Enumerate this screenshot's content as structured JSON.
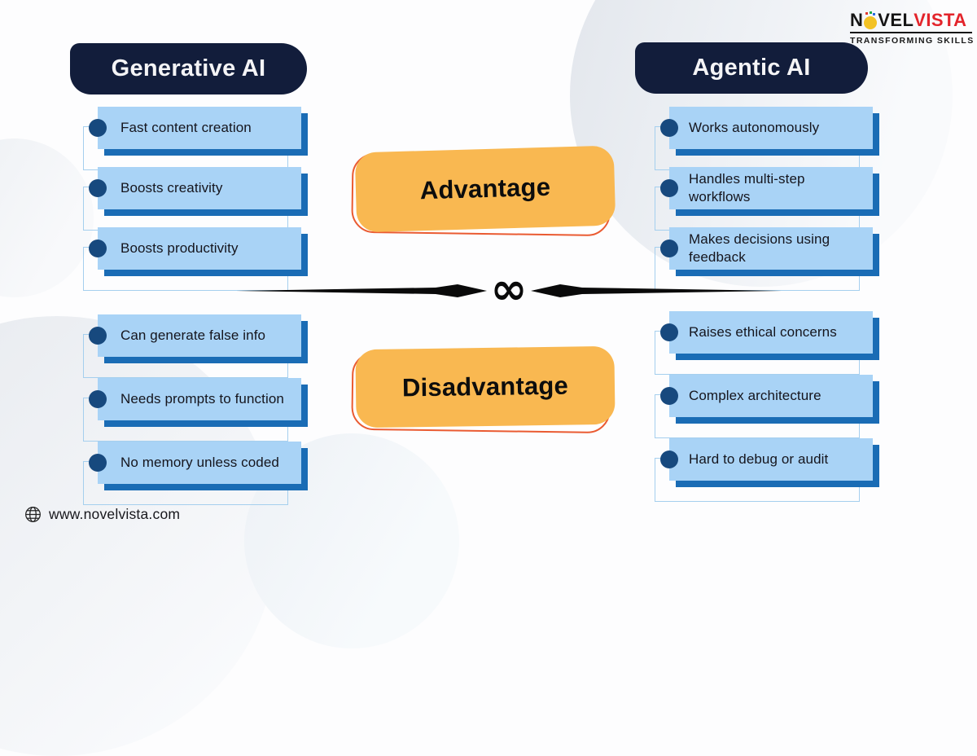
{
  "brand": {
    "logo_part1": "N",
    "logo_part2": "VEL",
    "logo_part3": "VISTA",
    "tagline": "TRANSFORMING SKILLS"
  },
  "headers": {
    "left": "Generative AI",
    "right": "Agentic AI"
  },
  "badges": {
    "advantage": "Advantage",
    "disadvantage": "Disadvantage"
  },
  "columns": {
    "generative": {
      "advantages": [
        "Fast content creation",
        "Boosts creativity",
        "Boosts productivity"
      ],
      "disadvantages": [
        "Can generate false info",
        "Needs prompts to function",
        "No memory unless coded"
      ]
    },
    "agentic": {
      "advantages": [
        "Works autonomously",
        "Handles multi-step workflows",
        "Makes decisions using feedback"
      ],
      "disadvantages": [
        "Raises ethical concerns",
        "Complex architecture",
        "Hard to debug or audit"
      ]
    }
  },
  "divider": {
    "ornament": "∞"
  },
  "footer": {
    "website": "www.novelvista.com"
  },
  "colors": {
    "header_navy": "#121d3b",
    "bullet_navy": "#17497e",
    "box_blue": "#a9d3f6",
    "box_shadow_blue": "#1a6cb5",
    "badge_orange": "#f9b851",
    "badge_outline_orange": "#ea5b32",
    "brand_red": "#e3242b",
    "bulb_yellow": "#f3c224"
  }
}
